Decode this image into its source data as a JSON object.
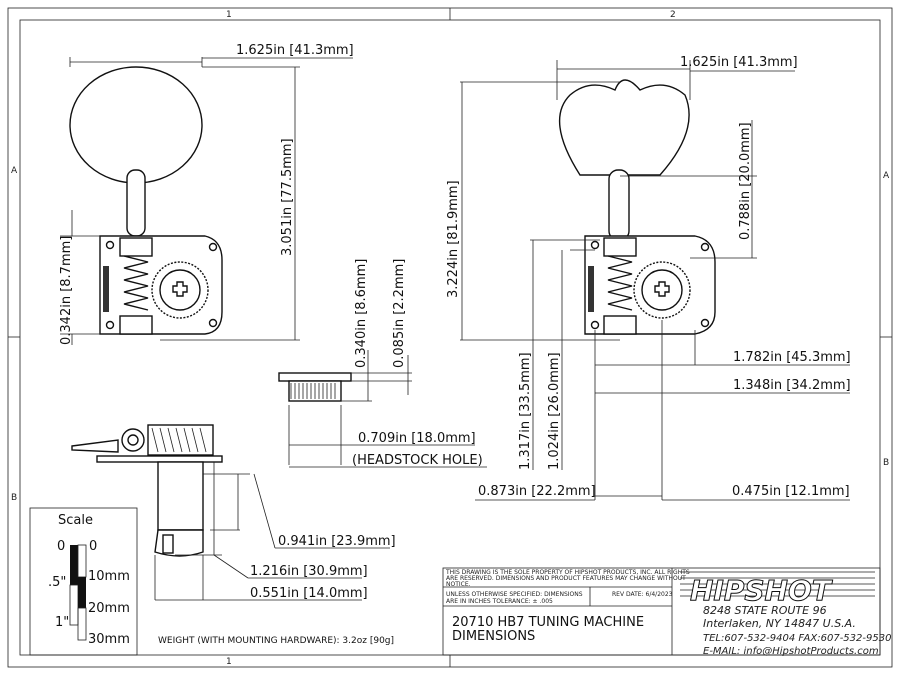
{
  "zones": {
    "top": [
      "1",
      "2"
    ],
    "left": [
      "A",
      "B"
    ],
    "right": [
      "A",
      "B"
    ],
    "bottom": [
      "1"
    ]
  },
  "dimensions": {
    "left_width": "1.625in [41.3mm]",
    "left_height": "3.051in [77.5mm]",
    "left_post": "0.342in [8.7mm]",
    "bushing_height": "0.340in [8.6mm]",
    "bushing_flange": "0.085in [2.2mm]",
    "hole": "0.709in [18.0mm]",
    "hole_label": "(HEADSTOCK HOLE)",
    "right_width": "1.625in [41.3mm]",
    "right_height": "3.224in [81.9mm]",
    "right_stem": "0.788in [20.0mm]",
    "d1782": "1.782in [45.3mm]",
    "d1348": "1.348in [34.2mm]",
    "d1317": "1.317in [33.5mm]",
    "d1024": "1.024in [26.0mm]",
    "d0873": "0.873in [22.2mm]",
    "d0475": "0.475in [12.1mm]",
    "d0941": "0.941in [23.9mm]",
    "d1216": "1.216in [30.9mm]",
    "d0551": "0.551in [14.0mm]"
  },
  "weight": "WEIGHT (WITH MOUNTING HARDWARE): 3.2oz [90g]",
  "scale": {
    "title": "Scale",
    "in0": "0",
    "in_half": ".5\"",
    "in1": "1\"",
    "mm0": "0",
    "mm10": "10mm",
    "mm20": "20mm",
    "mm30": "30mm"
  },
  "title_block": {
    "notice_1": "THIS DRAWING IS THE SOLE PROPERTY OF HIPSHOT PRODUCTS, INC. ALL RIGHTS",
    "notice_2": "ARE RESERVED. DIMENSIONS AND PRODUCT FEATURES MAY CHANGE WITHOUT",
    "notice_3": "NOTICE.",
    "tol_1": "UNLESS OTHERWISE SPECIFIED: DIMENSIONS",
    "tol_2": "ARE IN INCHES TOLERANCE:  ± .005",
    "rev": "REV DATE: 6/4/2023",
    "title_1": "20710 HB7 TUNING MACHINE",
    "title_2": "DIMENSIONS",
    "logo": "HIPSHOT",
    "addr_1": "8248 STATE ROUTE 96",
    "addr_2": "Interlaken, NY 14847 U.S.A.",
    "phone": "TEL:607-532-9404 FAX:607-532-9530",
    "email": "E-MAIL: info@HipshotProducts.com"
  }
}
